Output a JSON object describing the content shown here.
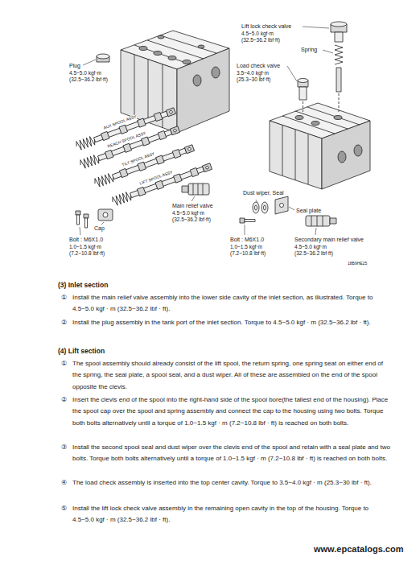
{
  "diagram": {
    "labels": [
      "Lift lock check valve",
      "4.5~5.0 kgf·m",
      "(32.5~36.2 lbf·ft)",
      "Spring",
      "Load check valve",
      "3.5~4.0 kgf·m",
      "(25.3~30 lbf·ft)",
      "Plug",
      "4.5~5.0 kgf·m",
      "(32.5~36.2 lbf·ft)",
      "AUX SPOOL ASSY",
      "REACH SPOOL ASSY",
      "TILT SPOOL ASSY",
      "LIFT SPOOL ASSY",
      "Main relief valve",
      "4.5~5.0 kgf·m",
      "(32.5~36.2 lbf·ft)",
      "Dust wiper, Seal",
      "Seal plate",
      "Cap",
      "Bolt : M6X1.0",
      "1.0~1.5 kgf·m",
      "(7.2~10.8 lbf·ft)",
      "Bolt : M6X1.0",
      "1.0~1.5 kgf·m",
      "(7.2~10.8 lbf·ft)",
      "Secondary main relief valve",
      "4.5~5.0 kgf·m",
      "(32.5~36.2 lbf·ft)",
      "18B9HE25",
      "(3) Inlet section",
      "①",
      "Install the main relief valve assembly into the lower side cavity of the inlet section, as illustrated. Torque to 4.5~5.0 kgf · m (32.5~36.2 lbf · ft).",
      "②",
      "Install the plug assembly in the tank port of the inlet section. Torque to 4.5~5.0 kgf · m (32.5~36.2 lbf · ft).",
      "(4) Lift section",
      "①",
      "The spool assembly should already consist of the lift spool, the return spring, one spring seat on either end of the spring, the seal plate, a spool seal, and a dust wiper. All of these are assembled on the end of the spool opposite the clevis.",
      "②",
      "Insert the clevis end of the spool into the right-hand side of the spool bore(the tallest end of the housing). Place the spool cap over the spool and spring assembly and connect the cap to the housing using two bolts. Torque both bolts alternatively until a torque of 1.0~1.5 kgf · m (7.2~10.8 lbf · ft) is reached on both bolts.",
      "③",
      "Install the second spool seal and dust wiper over the clevis end of the spool and retain with a seal plate and two bolts. Torque both bolts alternatively until a torque of 1.0~1.5 kgf · m (7.2~10.8 lbf · ft) is reached on both bolts.",
      "④",
      "The load check assembly is inserted into the top center cavity. Torque to 3.5~4.0 kgf · m (25.3~30 lbf · ft).",
      "⑤",
      "Install the lift lock check valve assembly in the remaining open cavity in the top of the housing. Torque to 4.5~5.0 kgf · m (32.5~36.2 lbf · ft).",
      "www.epcatalogs.com"
    ]
  }
}
